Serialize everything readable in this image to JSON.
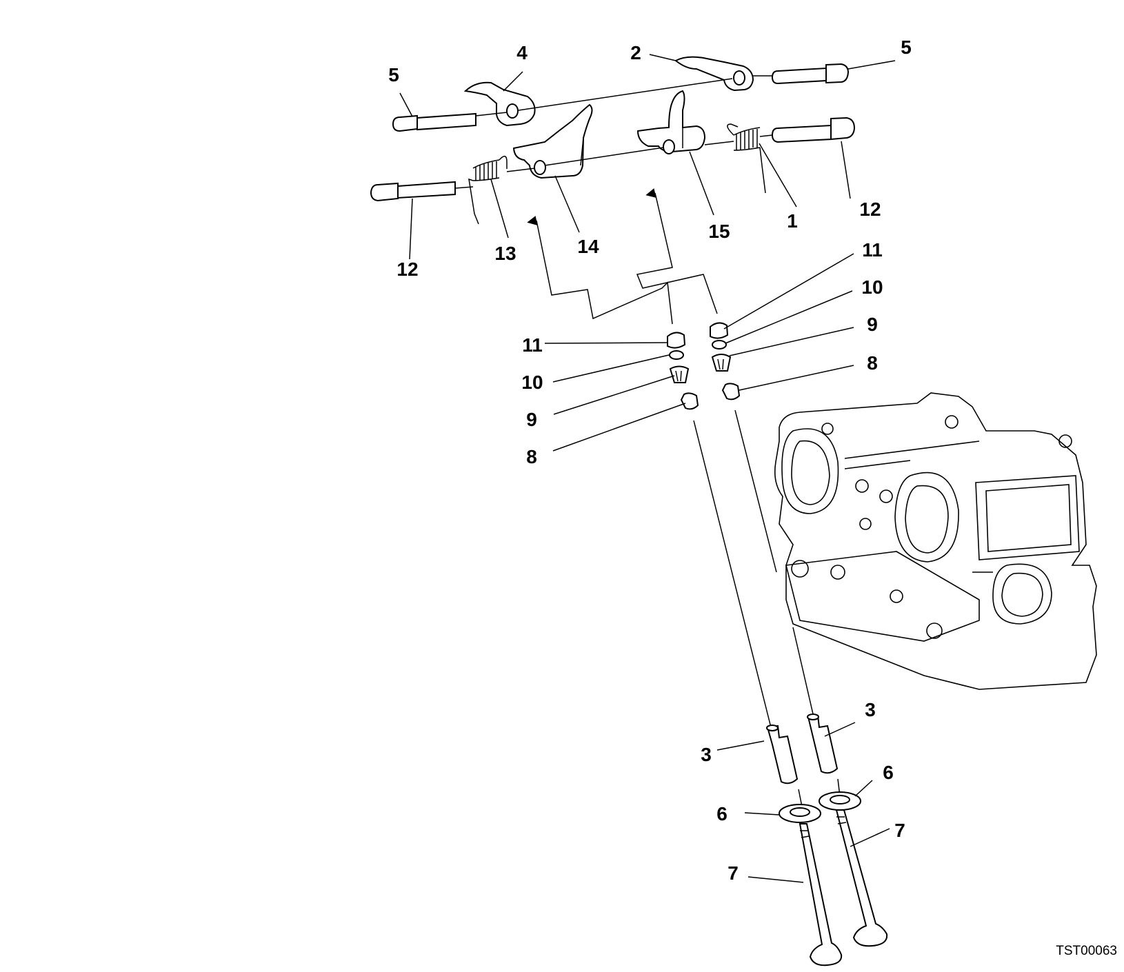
{
  "drawing_code": "TST00063",
  "callouts": [
    "1",
    "2",
    "3",
    "3",
    "4",
    "5",
    "5",
    "6",
    "6",
    "7",
    "7",
    "8",
    "8",
    "9",
    "9",
    "10",
    "10",
    "11",
    "11",
    "12",
    "12",
    "13",
    "14",
    "15"
  ]
}
